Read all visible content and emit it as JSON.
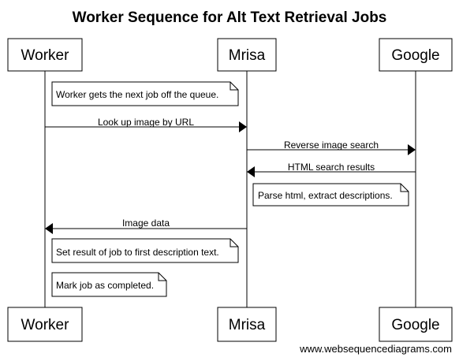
{
  "title": "Worker Sequence for Alt Text Retrieval Jobs",
  "participants": [
    {
      "id": "worker",
      "label": "Worker"
    },
    {
      "id": "mrisa",
      "label": "Mrisa"
    },
    {
      "id": "google",
      "label": "Google"
    }
  ],
  "notes": [
    {
      "over": "worker",
      "text": "Worker gets the next job off the queue."
    },
    {
      "over": "mrisa",
      "text": "Parse html, extract descriptions."
    },
    {
      "over": "worker",
      "text": "Set result of job to first description text."
    },
    {
      "over": "worker",
      "text": "Mark job as completed."
    }
  ],
  "messages": [
    {
      "from": "worker",
      "to": "mrisa",
      "text": "Look up image by URL"
    },
    {
      "from": "mrisa",
      "to": "google",
      "text": "Reverse image search"
    },
    {
      "from": "google",
      "to": "mrisa",
      "text": "HTML search results"
    },
    {
      "from": "mrisa",
      "to": "worker",
      "text": "Image data"
    }
  ],
  "footer": "www.websequencediagrams.com"
}
